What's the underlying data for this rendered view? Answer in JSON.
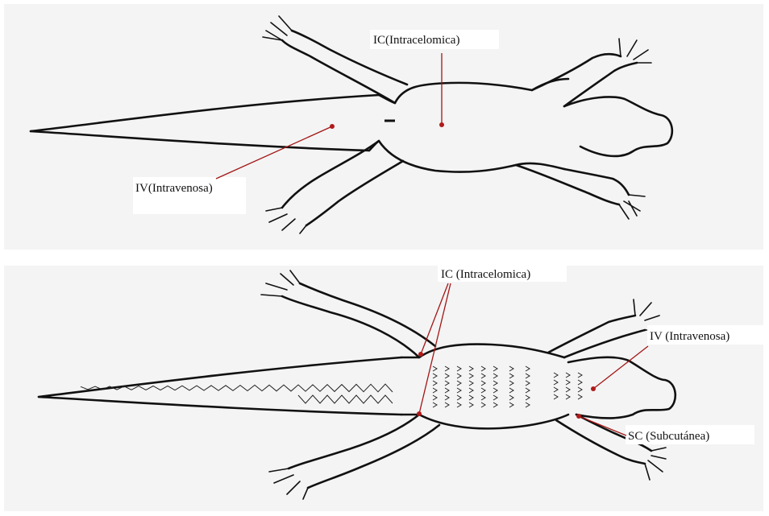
{
  "colors": {
    "background": "#f4f4f4",
    "outline": "#111111",
    "marker": "#b11a1a"
  },
  "top_panel": {
    "labels": {
      "ic": "IC(Intracelomica)",
      "iv": "IV(Intravenosa)"
    }
  },
  "bottom_panel": {
    "labels": {
      "ic": "IC (Intracelomica)",
      "iv": "IV (Intravenosa)",
      "sc": "SC (Subcutánea)"
    }
  }
}
